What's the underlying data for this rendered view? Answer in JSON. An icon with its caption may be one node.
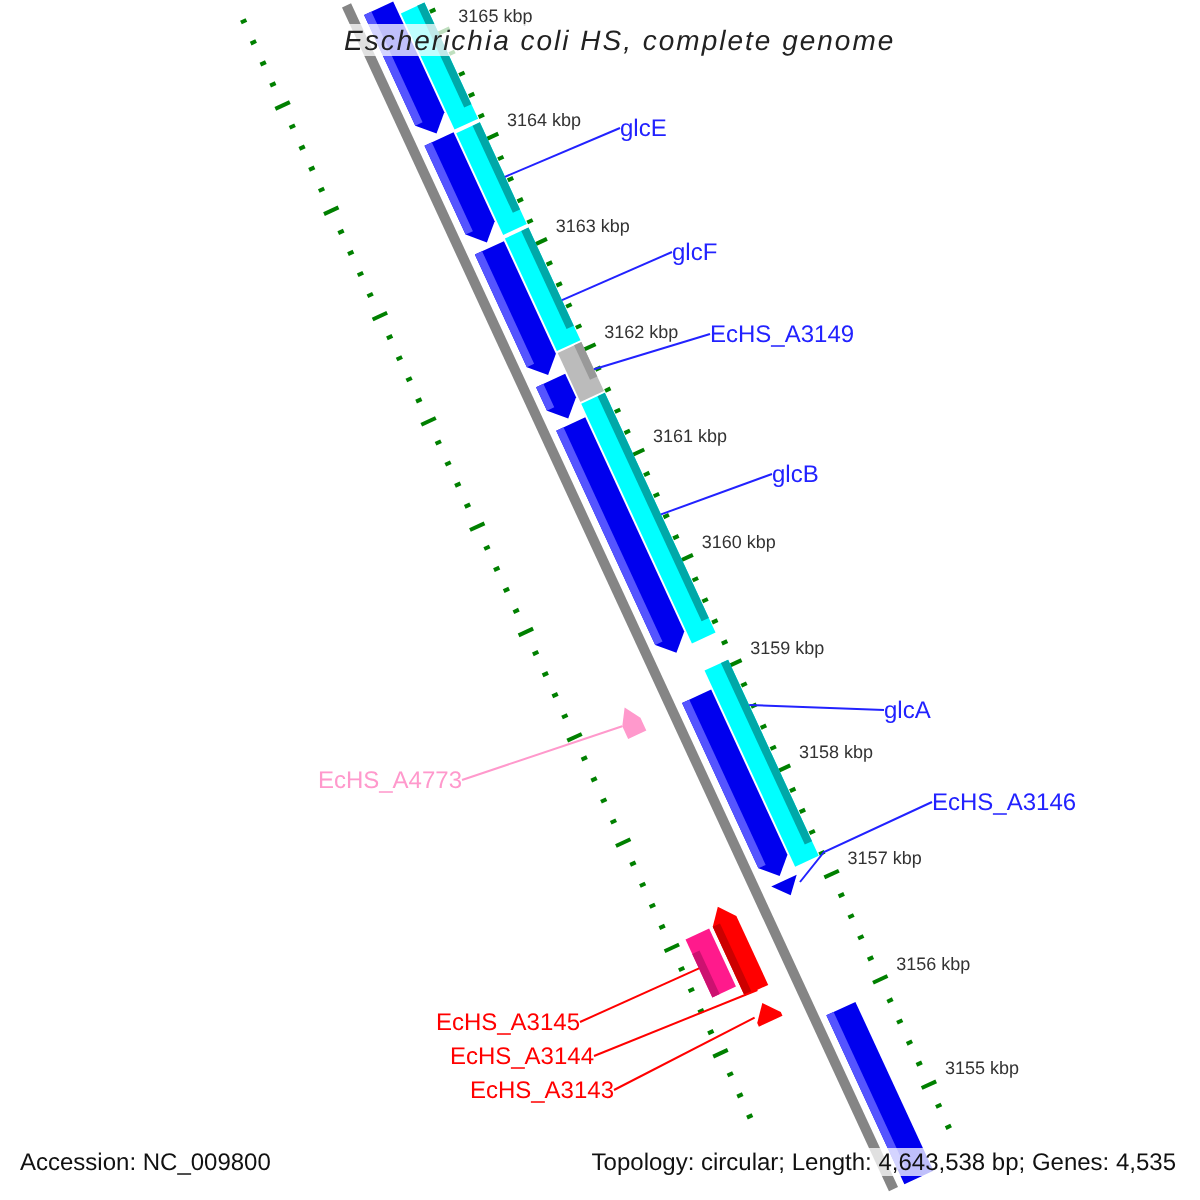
{
  "diagram": {
    "title": "Escherichia coli HS, complete genome",
    "nodes": [
      {
        "text": [
          "glcE"
        ]
      },
      {
        "text": [
          "glcF"
        ]
      },
      {
        "text": [
          "EcHS_A3149"
        ]
      },
      {
        "text": [
          "glcB"
        ]
      },
      {
        "text": [
          "glcA"
        ]
      },
      {
        "text": [
          "EcHS_A3146"
        ]
      },
      {
        "text": [
          "EcHS_A4773"
        ]
      },
      {
        "text": [
          "EcHS_A3145"
        ]
      },
      {
        "text": [
          "EcHS_A3144"
        ]
      },
      {
        "text": [
          "EcHS_A3143"
        ]
      },
      {
        "text": [],
        "shape": "pentagon"
      },
      {
        "text": [],
        "shape": "bar"
      },
      {
        "text": [],
        "shape": "pentagon"
      },
      {
        "text": [],
        "shape": "bar"
      },
      {
        "text": [],
        "shape": "pentagon"
      },
      {
        "text": [],
        "shape": "bar"
      },
      {
        "text": [],
        "shape": "pentagon"
      },
      {
        "text": [],
        "shape": "bar"
      },
      {
        "text": [],
        "shape": "pentagon"
      },
      {
        "text": [],
        "shape": "bar"
      },
      {
        "text": [],
        "shape": "pentagon"
      },
      {
        "text": [],
        "shape": "pentagon"
      },
      {
        "text": [],
        "shape": "bar"
      },
      {
        "text": [],
        "shape": "pentagon"
      },
      {
        "text": [],
        "shape": "pentagon"
      },
      {
        "text": [],
        "shape": "bar"
      },
      {
        "text": [],
        "shape": "pentagon"
      },
      {
        "text": [],
        "shape": "bar"
      }
    ],
    "edges": [
      {
        "from": 0,
        "to": 13,
        "arrow": "none"
      },
      {
        "from": 1,
        "to": 15,
        "arrow": "none"
      },
      {
        "from": 2,
        "to": 17,
        "arrow": "none"
      },
      {
        "from": 3,
        "to": 19,
        "arrow": "none"
      },
      {
        "from": 4,
        "to": 22,
        "arrow": "none"
      },
      {
        "from": 5,
        "to": 23,
        "arrow": "none"
      },
      {
        "from": 6,
        "to": 20,
        "arrow": "none",
        "color": "#ff99cc"
      },
      {
        "from": 7,
        "to": 25,
        "arrow": "none",
        "color": "#ff0000"
      },
      {
        "from": 8,
        "to": 24,
        "arrow": "none",
        "color": "#ff0000"
      },
      {
        "from": 9,
        "to": 26,
        "arrow": "none",
        "color": "#ff0000"
      }
    ],
    "labels": [
      "3165 kbp",
      "3164 kbp",
      "3163 kbp",
      "3162 kbp",
      "3161 kbp",
      "3160 kbp",
      "3159 kbp",
      "3158 kbp",
      "3157 kbp",
      "3156 kbp",
      "3155 kbp",
      "Accession: NC_009800",
      "Topology: circular; Length: 4,643,538 bp; Genes: 4,535"
    ]
  }
}
